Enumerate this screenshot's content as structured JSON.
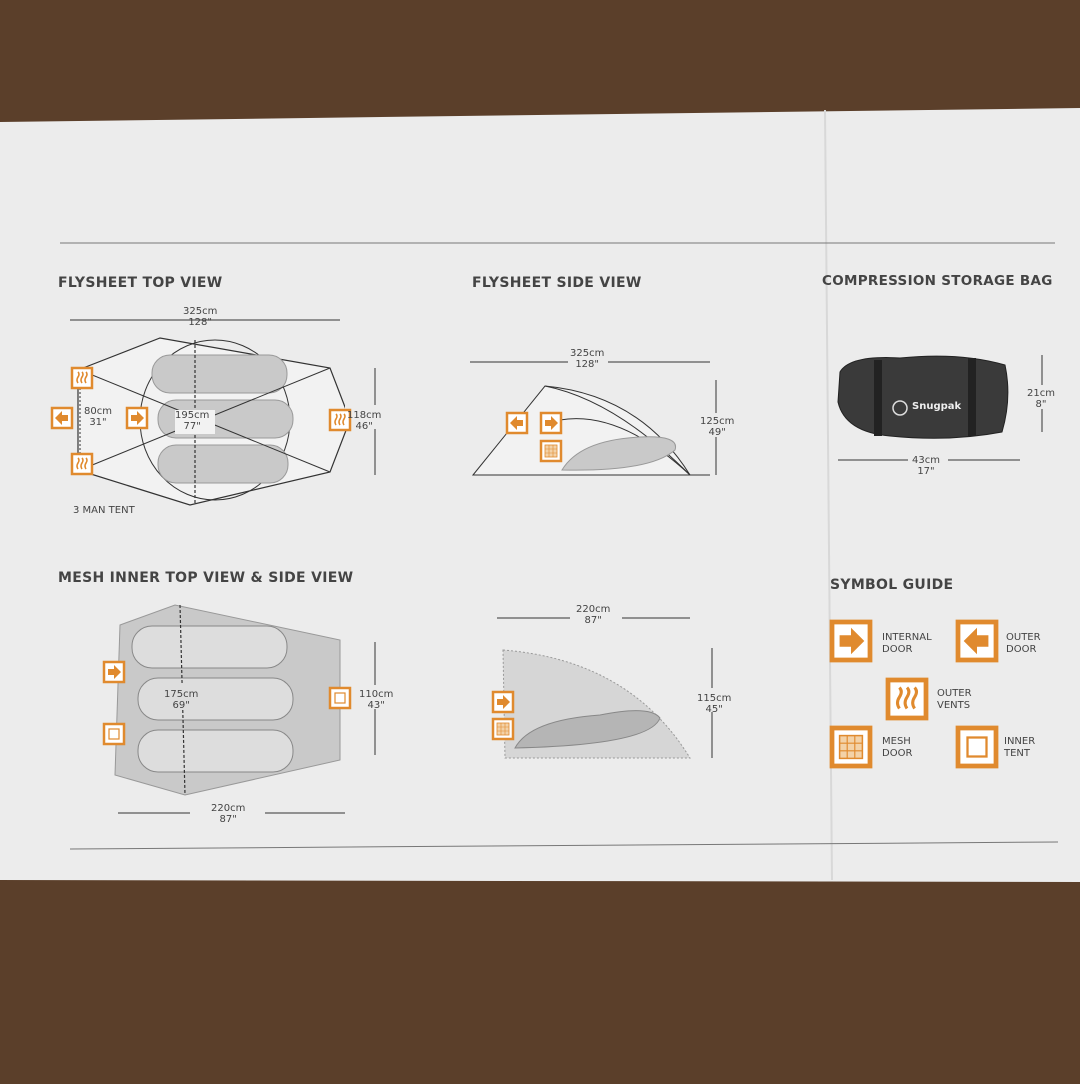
{
  "sections": {
    "flysheet_top": "FLYSHEET TOP VIEW",
    "flysheet_side": "FLYSHEET SIDE VIEW",
    "bag": "COMPRESSION STORAGE BAG",
    "mesh": "MESH INNER TOP VIEW & SIDE VIEW",
    "symbols": "SYMBOL GUIDE"
  },
  "flysheet_top": {
    "length": [
      "325cm",
      "128\""
    ],
    "width": [
      "118cm",
      "46\""
    ],
    "inner_length": [
      "195cm",
      "77\""
    ],
    "end_width": [
      "80cm",
      "31\""
    ],
    "caption": "3 MAN TENT"
  },
  "flysheet_side": {
    "length": [
      "325cm",
      "128\""
    ],
    "height": [
      "125cm",
      "49\""
    ]
  },
  "bag": {
    "height": [
      "21cm",
      "8\""
    ],
    "length": [
      "43cm",
      "17\""
    ],
    "brand": "Snugpak"
  },
  "mesh_top": {
    "length": [
      "220cm",
      "87\""
    ],
    "width": [
      "110cm",
      "43\""
    ],
    "inner": [
      "175cm",
      "69\""
    ]
  },
  "mesh_side": {
    "length": [
      "220cm",
      "87\""
    ],
    "height": [
      "115cm",
      "45\""
    ]
  },
  "symbol_guide": {
    "internal_door": [
      "INTERNAL",
      "DOOR"
    ],
    "outer_door": [
      "OUTER",
      "DOOR"
    ],
    "outer_vents": [
      "OUTER",
      "VENTS"
    ],
    "mesh_door": [
      "MESH",
      "DOOR"
    ],
    "inner_tent": [
      "INNER",
      "TENT"
    ]
  },
  "colors": {
    "accent": "#e08a2e",
    "box": "#eeeeee",
    "wood": "#5b3f2a",
    "tent_fill": "#c9c9c9",
    "bag": "#3a3a3a"
  }
}
